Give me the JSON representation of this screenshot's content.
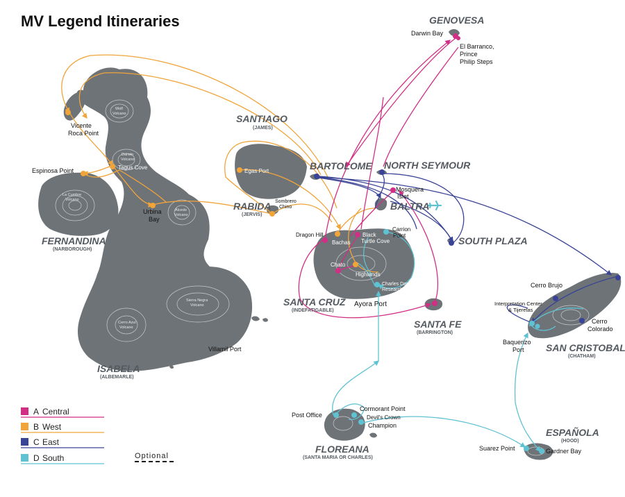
{
  "title": "MV Legend Itineraries",
  "colors": {
    "central": "#d12f85",
    "west": "#f0a43a",
    "east": "#3a4496",
    "south": "#5fc2d3",
    "land": "#6e7377",
    "label": "#555a60"
  },
  "islands": {
    "genovesa": {
      "name": "GENOVESA"
    },
    "santiago": {
      "name": "SANTIAGO",
      "alt": "(JAMES)"
    },
    "bartolome": {
      "name": "BARTOLOME"
    },
    "north_seymour": {
      "name": "NORTH SEYMOUR"
    },
    "baltra": {
      "name": "BALTRA"
    },
    "rabida": {
      "name": "RABIDA",
      "alt": "(JERVIS)"
    },
    "south_plaza": {
      "name": "SOUTH PLAZA"
    },
    "fernandina": {
      "name": "FERNANDINA",
      "alt": "(NARBOROUGH)"
    },
    "santa_cruz": {
      "name": "SANTA CRUZ",
      "alt": "(INDEFATIGABLE)"
    },
    "santa_fe": {
      "name": "SANTA FE",
      "alt": "(BARRINGTON)"
    },
    "san_cristobal": {
      "name": "SAN CRISTOBAL",
      "alt": "(CHATHAM)"
    },
    "isabela": {
      "name": "ISABELA",
      "alt": "(ALBEMARLE)"
    },
    "espanola": {
      "name": "ESPAÑOLA",
      "alt": "(HOOD)"
    },
    "floreana": {
      "name": "FLOREANA",
      "alt": "(SANTA MARIA OR CHARLES)"
    }
  },
  "sites": {
    "darwin_bay": "Darwin Bay",
    "el_barranco_1": "El Barranco,",
    "el_barranco_2": "Prince",
    "el_barranco_3": "Philip Steps",
    "vicente_roca_1": "Vicente",
    "vicente_roca_2": "Roca Point",
    "espinosa_point": "Espinosa Point",
    "tagus_cove": "Tagus Cove",
    "urbina_bay_1": "Urbina",
    "urbina_bay_2": "Bay",
    "egas_port": "Egas Port",
    "sombrero_chino_1": "Sombrero",
    "sombrero_chino_2": "Chino",
    "mosquera_1": "Mosquera",
    "mosquera_2": "Islet",
    "dragon_hill": "Dragon Hill",
    "bachas": "Bachas",
    "black_turtle_1": "Black",
    "black_turtle_2": "Turtle Cove",
    "carrion_1": "Carrion",
    "carrion_2": "Point",
    "chato": "Chato",
    "highlands": "Highlands",
    "cdrs_1": "Charles Darwin",
    "cdrs_2": "Research Station",
    "ayora_port": "Ayora Port",
    "cerro_brujo": "Cerro Brujo",
    "interp_1": "Interpretation Center",
    "interp_2": "& Tijeretas",
    "cerro_colorado_1": "Cerro",
    "cerro_colorado_2": "Colorado",
    "baquerizo_1": "Baquerizo",
    "baquerizo_2": "Port",
    "villamil_port": "Villamil Port",
    "post_office": "Post Office",
    "cormorant_point": "Cormorant Point",
    "devils_crown": "Devil's Crown",
    "champion": "Champion",
    "suarez_point": "Suarez Point",
    "gardner_bay": "Gardner Bay"
  },
  "volcanoes": {
    "wolf_1": "Wolf",
    "wolf_2": "Volcano",
    "darwin_1": "Darwin",
    "darwin_2": "Volcano",
    "la_cumbre_1": "La Cumbre",
    "la_cumbre_2": "Volcano",
    "alcedo_1": "Alcedo",
    "alcedo_2": "Volcano",
    "sierra_negra_1": "Sierra Negra",
    "sierra_negra_2": "Volcano",
    "cerro_azul_1": "Cerro Azul",
    "cerro_azul_2": "Volcano"
  },
  "legend": {
    "items": [
      {
        "letter": "A",
        "label": "Central",
        "color": "#d12f85"
      },
      {
        "letter": "B",
        "label": "West",
        "color": "#f0a43a"
      },
      {
        "letter": "C",
        "label": "East",
        "color": "#3a4496"
      },
      {
        "letter": "D",
        "label": "South",
        "color": "#5fc2d3"
      }
    ],
    "optional": "Optional"
  }
}
